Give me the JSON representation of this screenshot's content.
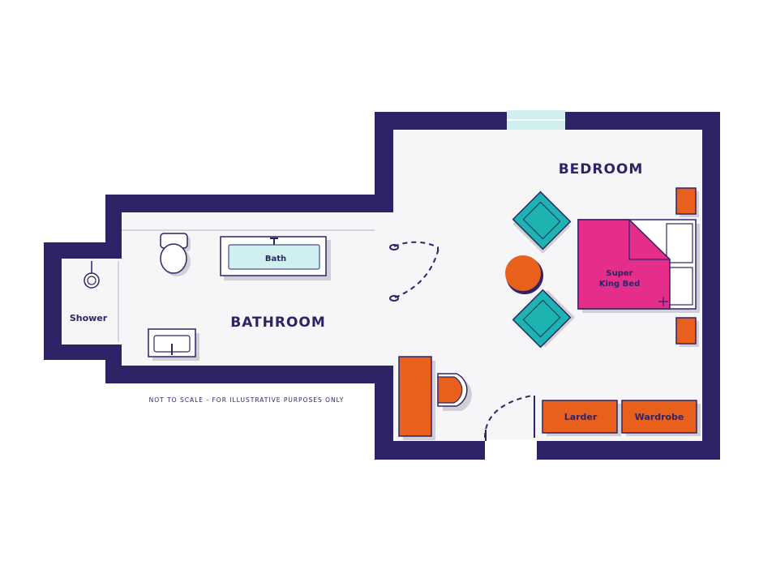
{
  "rooms": {
    "bedroom": "BEDROOM",
    "bathroom": "BATHROOM",
    "shower": "Shower"
  },
  "furniture": {
    "bath": "Bath",
    "bed_line1": "Super",
    "bed_line2": "King Bed",
    "larder": "Larder",
    "wardrobe": "Wardrobe"
  },
  "note": "NOT TO SCALE - FOR ILLUSTRATIVE PURPOSES ONLY",
  "colors": {
    "wall": "#2d2468",
    "floor": "#f6f6f8",
    "orange": "#e8601c",
    "teal": "#1eb3b0",
    "pink": "#e52e8a",
    "light_blue": "#cfeff0",
    "shadow": "#cfcfd4"
  }
}
